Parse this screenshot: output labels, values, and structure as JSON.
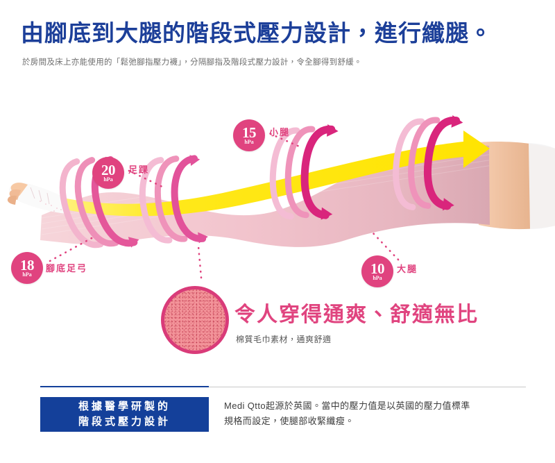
{
  "header": {
    "title": "由腳底到大腿的階段式壓力設計，進行纖腿。",
    "subtitle": "於房間及床上亦能使用的「鬆弛腳指壓力襪」，分隔腳指及階段式壓力設計，令全腳得到舒緩。"
  },
  "colors": {
    "title_blue": "#1c3f99",
    "band_blue": "#14409a",
    "accent_pink": "#e0437f",
    "deep_pink": "#d21e6e",
    "light_pink": "#f0a9c8",
    "arrow_yellow": "#ffe81a",
    "subtitle_gray": "#6e6e6e"
  },
  "callouts": [
    {
      "id": "calf",
      "value": "15",
      "unit": "hPa",
      "label": "小腿"
    },
    {
      "id": "ankle",
      "value": "20",
      "unit": "hPa",
      "label": "足踝"
    },
    {
      "id": "sole",
      "value": "18",
      "unit": "hPa",
      "label": "腳底足弓"
    },
    {
      "id": "thigh",
      "value": "10",
      "unit": "hPa",
      "label": "大腿"
    }
  ],
  "promo": {
    "headline": "令人穿得通爽、舒適無比",
    "caption": "棉質毛巾素材，通爽舒適",
    "swatch_alt": "cotton-towel-fabric-swatch"
  },
  "footer": {
    "tag_line1": "根據醫學研製的",
    "tag_line2": "階段式壓力設計",
    "body_line1": "Medi Qtto起源於英國。當中的壓力值是以英國的壓力值標準",
    "body_line2": "規格而設定，使腿部收緊纖瘦。"
  },
  "illustration": {
    "alt": "leg-wearing-graduated-compression-sock",
    "arrow_direction": "right",
    "ring_groups": 4
  }
}
